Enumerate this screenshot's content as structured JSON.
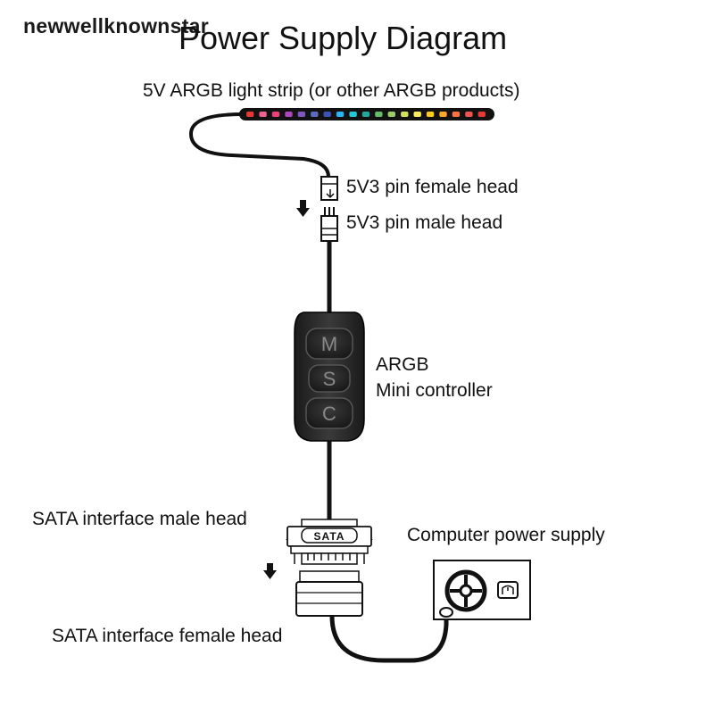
{
  "watermark": "newwellknownstar",
  "title": "Power Supply Diagram",
  "labels": {
    "strip": "5V ARGB light strip (or other ARGB products)",
    "female_pin": "5V3 pin female head",
    "male_pin": "5V3 pin male head",
    "controller_line1": "ARGB",
    "controller_line2": "Mini controller",
    "sata_male": "SATA interface male head",
    "psu": "Computer power supply",
    "sata_female": "SATA interface female head"
  },
  "controller_buttons": [
    "M",
    "S",
    "C"
  ],
  "sata_plate_text": "SATA",
  "led_colors": [
    "#e53935",
    "#f06292",
    "#ec407a",
    "#ab47bc",
    "#7e57c2",
    "#5c6bc0",
    "#3f51b5",
    "#29b6f6",
    "#26c6da",
    "#26a69a",
    "#66bb6a",
    "#9ccc65",
    "#d4e157",
    "#ffee58",
    "#ffca28",
    "#ffa726",
    "#ff7043",
    "#ef5350",
    "#e53935"
  ],
  "icons": {
    "arrow": "arrow-down-icon",
    "fan": "fan-icon",
    "plug": "power-socket-icon"
  }
}
